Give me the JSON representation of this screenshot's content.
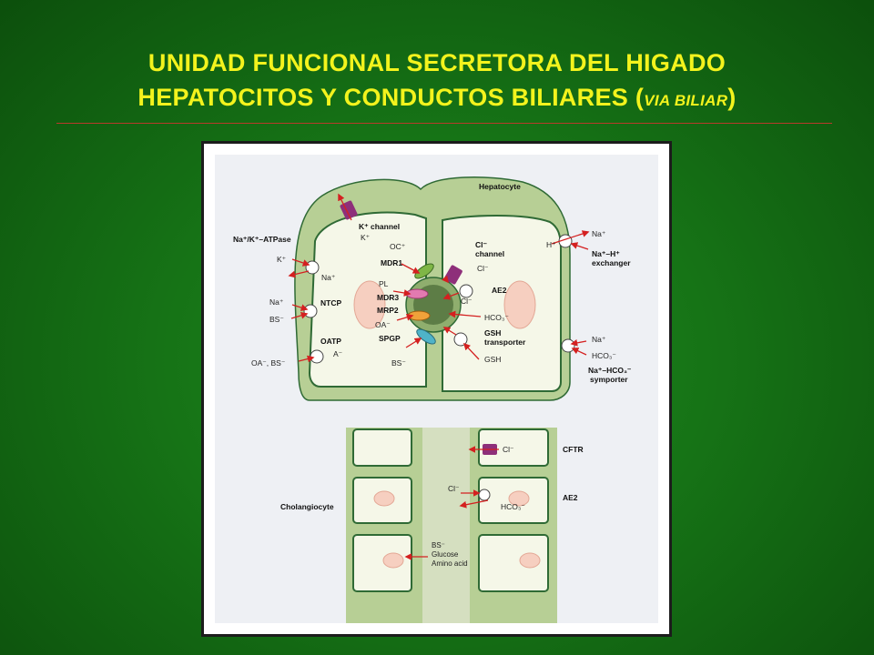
{
  "slide": {
    "title_line1": "UNIDAD FUNCIONAL SECRETORA DEL HIGADO",
    "title_line2_main": "HEPATOCITOS Y CONDUCTOS BILIARES (",
    "title_line2_small": "VIA BILIAR",
    "title_line2_close": ")"
  },
  "colors": {
    "background": "#167316",
    "title": "#f3f31d",
    "rule": "#b83a2b",
    "cell_wall": "#b7cf95",
    "cytoplasm": "#f5f7e8",
    "nucleus": "#f6cfc0",
    "arrow": "#d42020"
  },
  "diagram": {
    "hepatocyte": {
      "title": "Hepatocyte",
      "left_labels": {
        "atpase": "Na⁺/K⁺–ATPase",
        "k_channel": "K⁺ channel",
        "k_top": "K⁺",
        "k_left": "K⁺",
        "na_left": "Na⁺",
        "na_ntcp": "Na⁺",
        "ntcp": "NTCP",
        "bs_ntcp": "BS⁻",
        "oatp": "OATP",
        "a_minus": "A⁻",
        "oa_bs": "OA⁻, BS⁻"
      },
      "canalicular_labels": {
        "oc": "OC⁺",
        "mdr1": "MDR1",
        "pl": "PL",
        "mdr3": "MDR3",
        "mrp2": "MRP2",
        "oa": "OA⁻",
        "spgp": "SPGP",
        "bs": "BS⁻",
        "cl_channel": "Cl⁻\nchannel",
        "cl_channel_l1": "Cl⁻",
        "cl_channel_l2": "channel",
        "cl_a": "Cl⁻",
        "cl_b": "Cl⁻",
        "ae2": "AE2",
        "hco3": "HCO₃⁻",
        "gsh_transporter_l1": "GSH",
        "gsh_transporter_l2": "transporter",
        "gsh": "GSH"
      },
      "right_labels": {
        "h": "H⁺",
        "na_top": "Na⁺",
        "exchanger_l1": "Na⁺–H⁺",
        "exchanger_l2": "exchanger",
        "na_bottom": "Na⁺",
        "hco3": "HCO₃⁻",
        "symporter_l1": "Na⁺–HCO₃⁻",
        "symporter_l2": "symporter"
      }
    },
    "cholangiocyte": {
      "title": "Cholangiocyte",
      "cl_top": "Cl⁻",
      "cftr": "CFTR",
      "cl_mid": "Cl⁻",
      "hco3": "HCO₃⁻",
      "ae2": "AE2",
      "bs": "BS⁻",
      "glucose": "Glucose",
      "amino_acid": "Amino acid"
    }
  }
}
